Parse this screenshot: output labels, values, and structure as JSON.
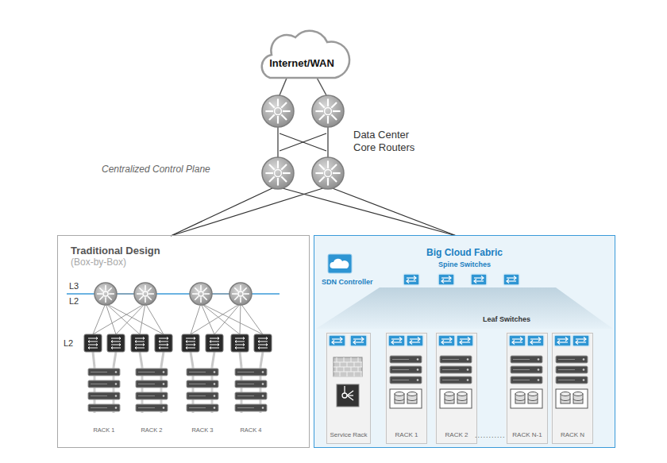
{
  "diagram": {
    "nodes": [
      {
        "text": [
          "Internet/WAN"
        ]
      },
      {
        "text": [
          "Traditional Design",
          "(Box-by-Box)"
        ]
      },
      {
        "text": [
          "Big Cloud Fabric",
          "Spine Switches"
        ]
      },
      {
        "text": [
          "Service Rack"
        ],
        "in": 2
      },
      {
        "text": [
          "RACK 1"
        ],
        "in": 2
      },
      {
        "text": [
          "RACK 2"
        ],
        "in": 2
      },
      {
        "text": [
          "RACK N-1"
        ],
        "in": 2
      },
      {
        "text": [
          "RACK N"
        ],
        "in": 2
      }
    ],
    "labels": [
      "Data Center Core Routers",
      "Centralized Control Plane",
      "L3",
      "L2",
      "L2",
      "RACK 1",
      "RACK 2",
      "RACK 3",
      "RACK 4",
      "SDN Controller",
      "Leaf Switches",
      "..........."
    ]
  }
}
